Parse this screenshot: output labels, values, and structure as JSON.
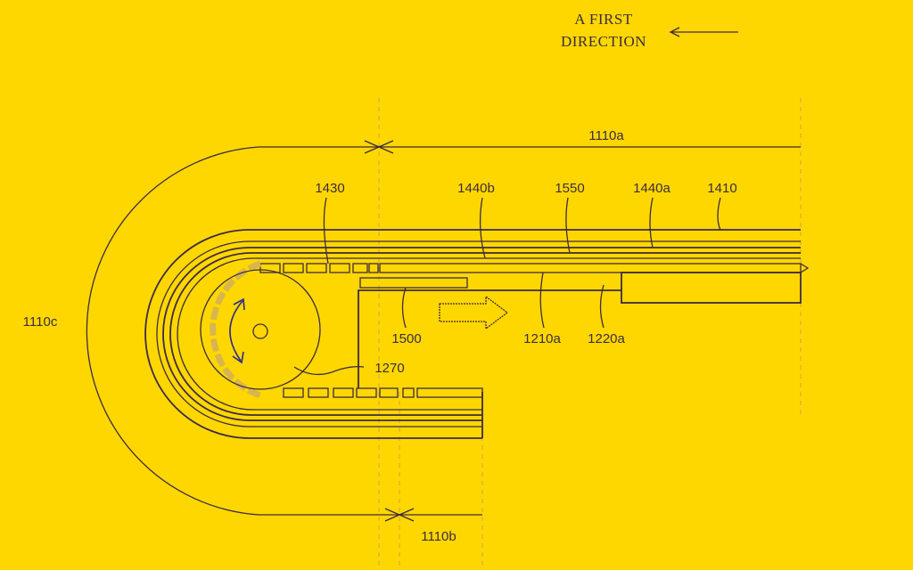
{
  "figure": {
    "background_color": "#FFD700",
    "line_color": "#3d2a40",
    "accent_color": "#2a2a8a"
  },
  "direction_label": {
    "line1": "A FIRST",
    "line2": "DIRECTION",
    "arrow": "left-arrow"
  },
  "dimensions": {
    "region_a": "1110a",
    "region_b": "1110b",
    "region_c": "1110c"
  },
  "reference_labels": {
    "l1430": "1430",
    "l1440b": "1440b",
    "l1550": "1550",
    "l1440a": "1440a",
    "l1410": "1410",
    "l1500": "1500",
    "l1210a": "1210a",
    "l1220a": "1220a",
    "l1270": "1270"
  },
  "icons": {
    "rotation": "curved-double-arrow-icon",
    "movement": "right-block-arrow-icon"
  }
}
